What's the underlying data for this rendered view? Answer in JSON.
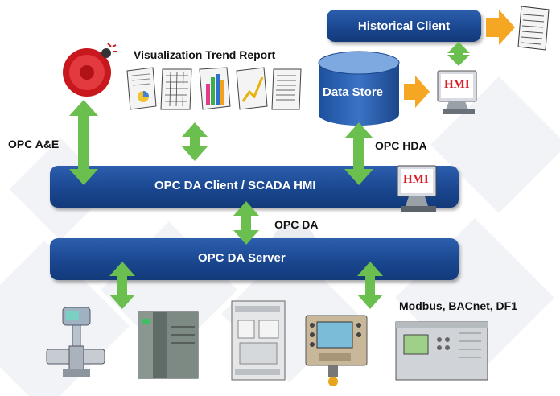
{
  "diagram": {
    "historical_client": "Historical Client",
    "data_store": "Data Store",
    "opc_da_client": "OPC DA Client / SCADA HMI",
    "opc_da_server": "OPC DA Server",
    "visualization_label": "Visualization Trend Report",
    "opc_ae_label": "OPC A&E",
    "opc_hda_label": "OPC HDA",
    "opc_da_label": "OPC DA",
    "protocols_label": "Modbus, BACnet, DF1",
    "hmi_badge": "HMI"
  },
  "colors": {
    "bar_blue": "#1a4790",
    "arrow_green": "#6bbf4e",
    "arrow_orange": "#f5a623",
    "hmi_red": "#d8202a"
  },
  "icons": [
    "alarm-bell-icon",
    "report-icon",
    "spreadsheet-icon",
    "bar-chart-icon",
    "trend-line-icon",
    "text-document-icon",
    "hmi-monitor-icon",
    "printed-report-icon",
    "pressure-transmitter-icon",
    "plc-rack-icon",
    "relay-module-icon",
    "operator-panel-icon",
    "rack-controller-icon"
  ]
}
